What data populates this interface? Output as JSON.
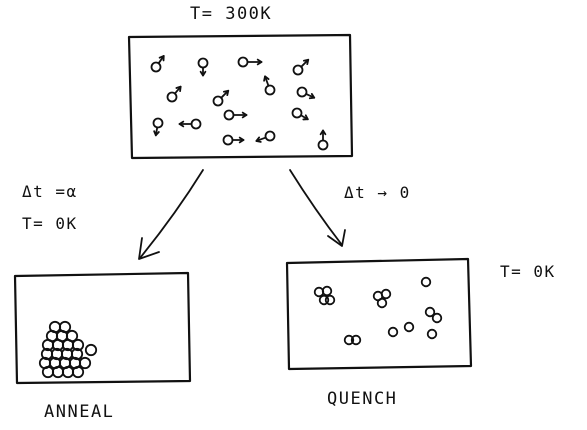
{
  "top_state": {
    "temperature_label": "T= 300K"
  },
  "left_branch": {
    "time_label": "Δt =α",
    "temperature_label": "T= 0K",
    "process_label": "ANNEAL"
  },
  "right_branch": {
    "time_label": "Δt → 0",
    "temperature_label": "T= 0K",
    "process_label": "QUENCH"
  }
}
